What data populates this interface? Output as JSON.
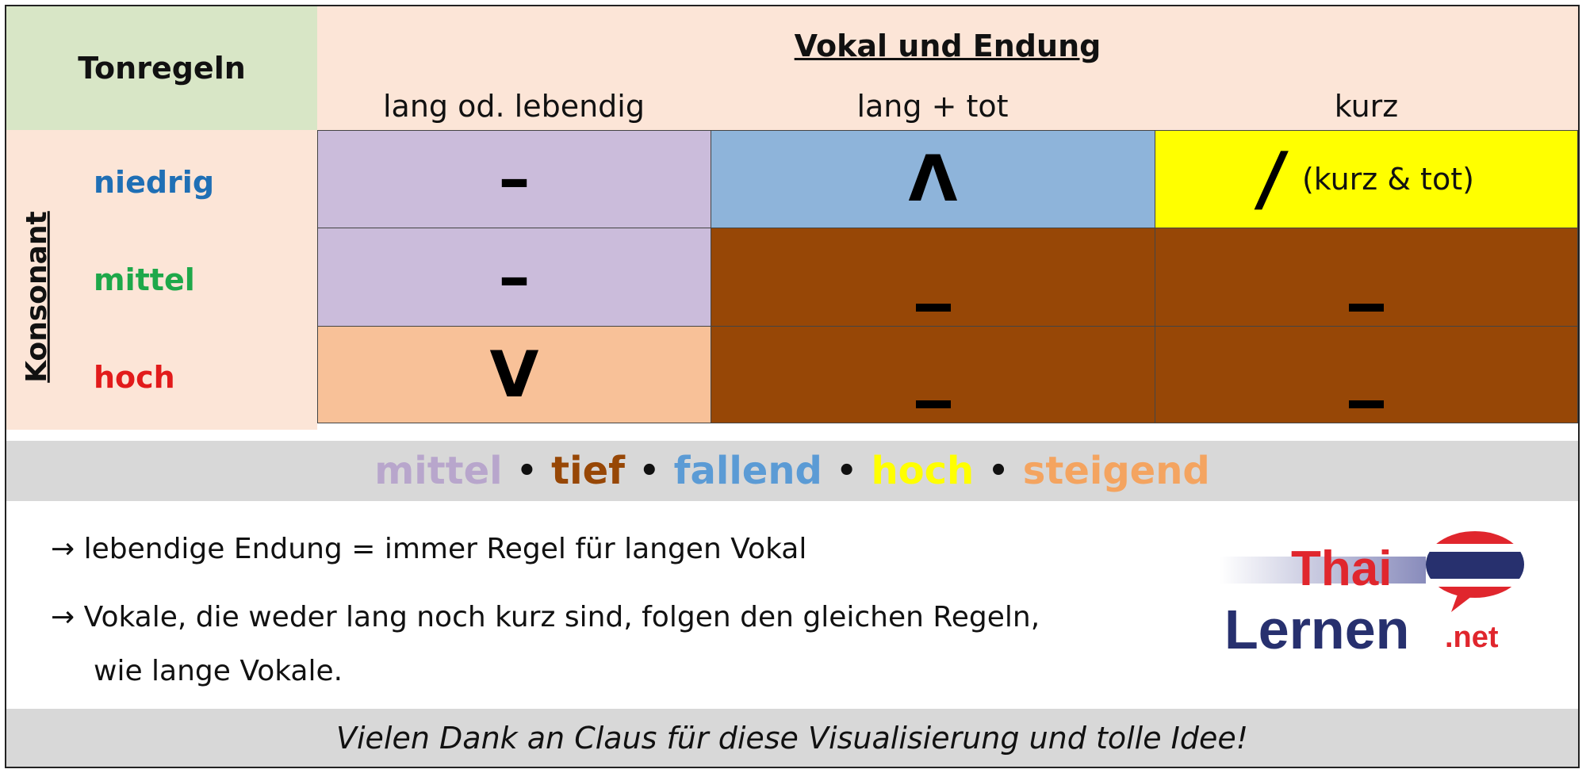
{
  "header": {
    "corner_title": "Tonregeln",
    "group_title": "Vokal und Endung",
    "columns": [
      "lang od. lebendig",
      "lang + tot",
      "kurz"
    ]
  },
  "side_label": "Konsonant",
  "rows": [
    {
      "label": "niedrig",
      "label_color": "#1f6fb5"
    },
    {
      "label": "mittel",
      "label_color": "#1ea84a"
    },
    {
      "label": "hoch",
      "label_color": "#e21b1b"
    }
  ],
  "cells": {
    "niedrig_lang": "–",
    "niedrig_tot": "Λ",
    "niedrig_kurz": "/",
    "niedrig_kurz_note": "(kurz & tot)",
    "mittel_lang": "–",
    "hoch_lang": "V"
  },
  "colors": {
    "mittel": "#cbbcdb",
    "tief": "#974706",
    "fallend": "#8eb4da",
    "hoch": "#ffff00",
    "steigend": "#f8c198"
  },
  "tones": [
    {
      "label": "mittel",
      "color": "#b8a6cc"
    },
    {
      "label": "tief",
      "color": "#974706"
    },
    {
      "label": "fallend",
      "color": "#5b9bd5"
    },
    {
      "label": "hoch",
      "color": "#ffff00"
    },
    {
      "label": "steigend",
      "color": "#f4a460"
    }
  ],
  "tone_separator": "•",
  "notes": [
    "→ lebendige Endung = immer Regel für langen Vokal",
    "→ Vokale, die weder lang noch kurz sind, folgen den gleichen Regeln,",
    "wie  lange Vokale."
  ],
  "logo": {
    "line1": "Thai",
    "line2": "Lernen",
    "suffix": ".net"
  },
  "footer": "Vielen Dank an Claus für diese Visualisierung und tolle Idee!"
}
